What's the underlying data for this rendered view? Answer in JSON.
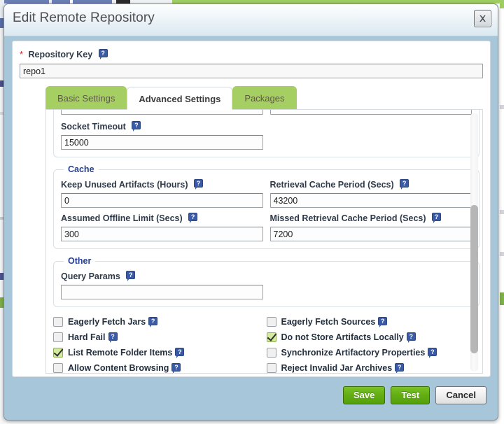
{
  "dialog": {
    "title": "Edit Remote Repository",
    "close_icon": "close-x-icon"
  },
  "repository_key": {
    "label": "Repository Key",
    "required_marker": "*",
    "value": "repo1",
    "help_icon": "help-question-icon"
  },
  "tabs": [
    {
      "label": "Basic Settings",
      "active": false
    },
    {
      "label": "Advanced Settings",
      "active": true
    },
    {
      "label": "Packages",
      "active": false
    }
  ],
  "network_group": {
    "socket_timeout": {
      "label": "Socket Timeout",
      "value": "15000"
    }
  },
  "cache_group": {
    "legend": "Cache",
    "fields": [
      {
        "label": "Keep Unused Artifacts (Hours)",
        "value": "0"
      },
      {
        "label": "Retrieval Cache Period (Secs)",
        "value": "43200"
      },
      {
        "label": "Assumed Offline Limit (Secs)",
        "value": "300"
      },
      {
        "label": "Missed Retrieval Cache Period (Secs)",
        "value": "7200"
      }
    ]
  },
  "other_group": {
    "legend": "Other",
    "query_params": {
      "label": "Query Params",
      "value": ""
    }
  },
  "checkboxes": {
    "left": [
      {
        "label": "Eagerly Fetch Jars",
        "checked": false
      },
      {
        "label": "Hard Fail",
        "checked": false
      },
      {
        "label": "List Remote Folder Items",
        "checked": true
      },
      {
        "label": "Allow Content Browsing",
        "checked": false
      }
    ],
    "right": [
      {
        "label": "Eagerly Fetch Sources",
        "checked": false
      },
      {
        "label": "Do not Store Artifacts Locally",
        "checked": true
      },
      {
        "label": "Synchronize Artifactory Properties",
        "checked": false
      },
      {
        "label": "Reject Invalid Jar Archives",
        "checked": false
      }
    ]
  },
  "footer": {
    "save_label": "Save",
    "test_label": "Test",
    "cancel_label": "Cancel"
  },
  "colors": {
    "tab_inactive": "#a5ce63",
    "dialog_chrome": "#a8c6d9",
    "legend_blue": "#27408f",
    "required_red": "#e01b1b",
    "button_green": "#63ad14",
    "checkbox_checked": "#d4ea9f"
  }
}
